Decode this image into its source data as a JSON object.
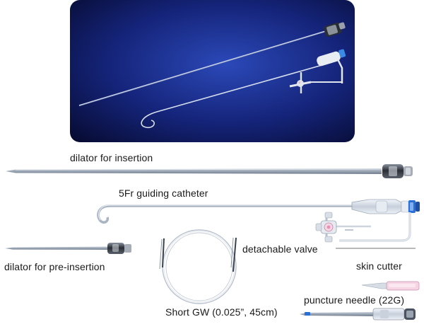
{
  "labels": {
    "dilator_insertion": "dilator for insertion",
    "guiding_catheter": "5Fr guiding catheter",
    "detachable_valve": "detachable valve",
    "dilator_pre_insertion": "dilator for pre-insertion",
    "skin_cutter": "skin cutter",
    "puncture_needle": "puncture needle (22G)",
    "short_gw": "Short GW (0.025”, 45cm)"
  },
  "colors": {
    "photo_dark": "#0b1240",
    "photo_mid": "#1e3596",
    "shaft": "#9aa6b6",
    "shaft_dark": "#5c6878",
    "hub_dark": "#2c3038",
    "accent_blue": "#2a6fd6",
    "accent_pink": "#e98fb8"
  }
}
